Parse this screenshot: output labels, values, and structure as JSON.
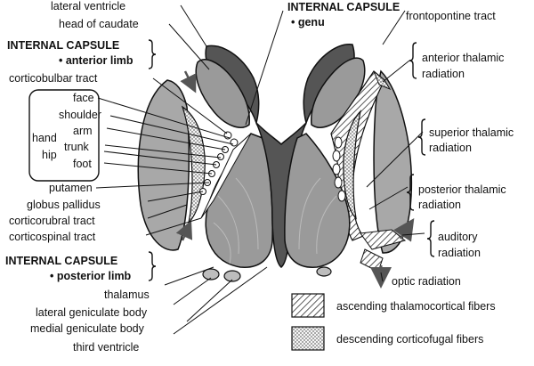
{
  "labels": {
    "lateral_ventricle": "lateral ventricle",
    "head_of_caudate": "head of caudate",
    "ic_anterior_title": "INTERNAL CAPSULE",
    "ic_anterior_sub": "• anterior limb",
    "corticobulbar": "corticobulbar tract",
    "face": "face",
    "shoulder": "shoulder",
    "arm": "arm",
    "hand": "hand",
    "trunk": "trunk",
    "hip": "hip",
    "foot": "foot",
    "putamen": "putamen",
    "globus_pallidus": "globus pallidus",
    "corticorubral": "corticorubral tract",
    "corticospinal": "corticospinal tract",
    "ic_posterior_title": "INTERNAL CAPSULE",
    "ic_posterior_sub": "• posterior limb",
    "thalamus": "thalamus",
    "lateral_geniculate": "lateral geniculate body",
    "medial_geniculate": "medial geniculate body",
    "third_ventricle": "third ventricle",
    "ic_genu_title": "INTERNAL CAPSULE",
    "ic_genu_sub": "• genu",
    "frontopontine": "frontopontine tract",
    "anterior_thalamic_1": "anterior thalamic",
    "anterior_thalamic_2": "radiation",
    "superior_thalamic_1": "superior thalamic",
    "superior_thalamic_2": "radiation",
    "posterior_thalamic_1": "posterior thalamic",
    "posterior_thalamic_2": "radiation",
    "auditory_1": "auditory",
    "auditory_2": "radiation",
    "optic_radiation": "optic radiation"
  },
  "legend": {
    "ascending": "ascending thalamocortical fibers",
    "descending": "descending corticofugal fibers"
  },
  "colors": {
    "ink": "#111111",
    "dark_gray": "#555555",
    "mid_gray": "#9a9a9a",
    "light_gray": "#bdbdbd",
    "paper": "#ffffff"
  }
}
